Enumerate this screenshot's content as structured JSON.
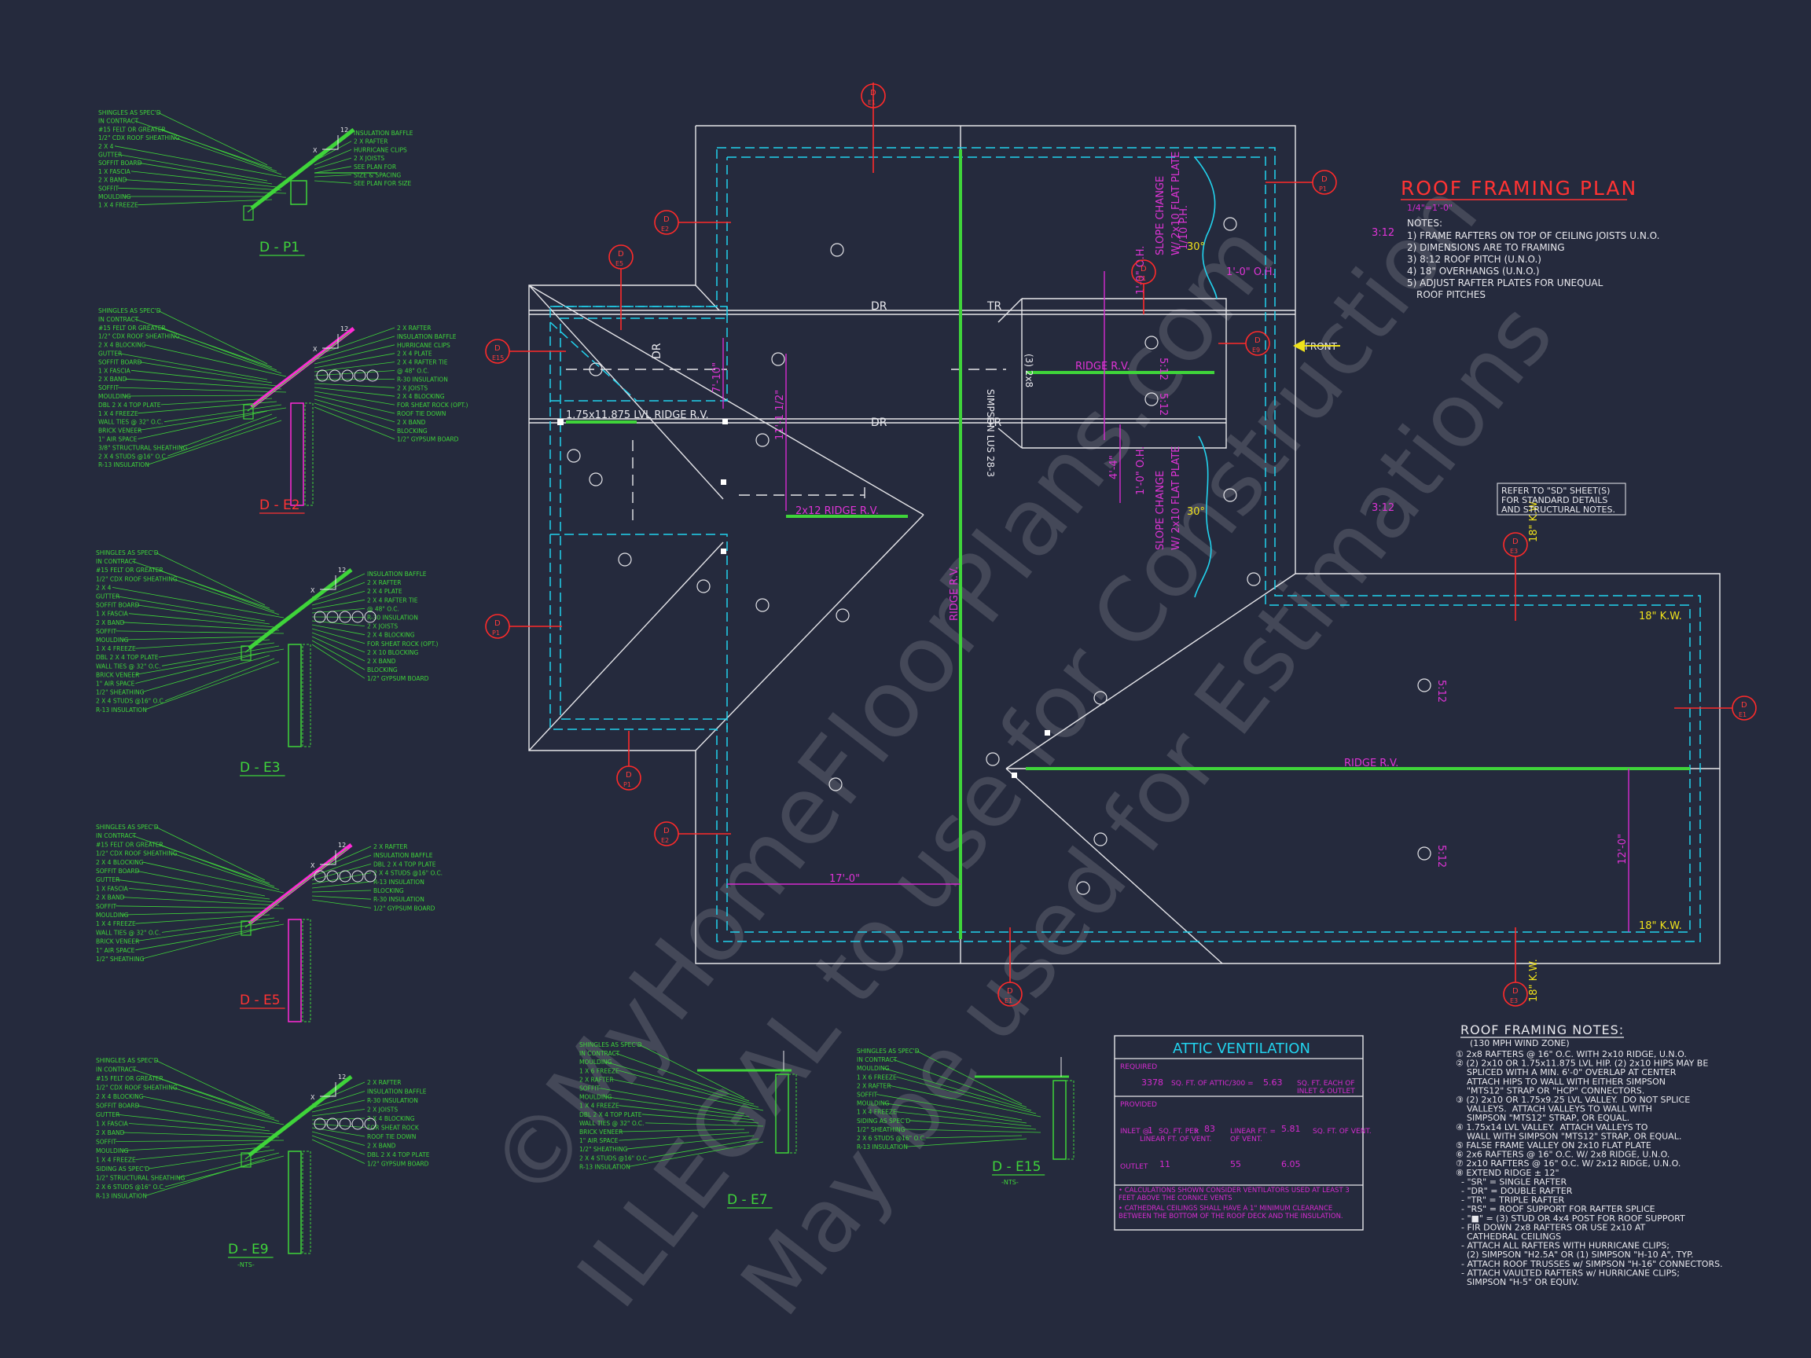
{
  "watermark": {
    "line1": "©MyHomeFloorPlans.com",
    "line2": "ILLEGAL to use for Construction",
    "line3": "May be used for Estimations"
  },
  "roof_plan": {
    "title": "ROOF FRAMING PLAN",
    "scale": "1/4\"=1'-0\"",
    "notes_title": "NOTES:",
    "notes": [
      "1) FRAME RAFTERS ON TOP OF CEILING JOISTS U.N.O.",
      "2) DIMENSIONS ARE TO FRAMING",
      "3) 8:12 ROOF PITCH (U.N.O.)",
      "4) 18\" OVERHANGS (U.N.O.)",
      "5) ADJUST RAFTER PLATES FOR UNEQUAL",
      "ROOF PITCHES"
    ],
    "refer_note": [
      "REFER TO \"SD\" SHEET(S)",
      "FOR STANDARD DETAILS",
      "AND STRUCTURAL NOTES."
    ],
    "labels": {
      "dr1": "DR",
      "tr1": "TR",
      "dr2": "DR",
      "tr2": "TR",
      "dr_v": "DR",
      "lvl_ridge": "1.75x11.875 LVL RIDGE R.V.",
      "ridge_rv_top": "RIDGE R.V.",
      "ridge_2x12": "2x12 RIDGE R.V.",
      "ridge_vertical": "RIDGE R.V.",
      "ridge_lower": "RIDGE R.V.",
      "simpson": "SIMPSON LUS 28-3",
      "three_2x8": "(3) 2x8",
      "front": "FRONT",
      "slope_top": "SLOPE CHANGE",
      "slope_top2": "W/ 2x10 FLAT PLATE",
      "slope_bot": "SLOPE CHANGE",
      "slope_bot2": "W/ 2x10 FLAT PLATE",
      "oh1": "1'-0\" O.H.",
      "oh2": "1'-0\" O.H.",
      "oh3": "1'-0\" O.H.",
      "dim_7_10": "7'-10\"",
      "dim_11_1_2": "11'-1 1/2\"",
      "dim_4_4": "4'-4\"",
      "dim_17_0": "17'-0\"",
      "dim_12_0": "12'-0\"",
      "kw1": "18\" K.W.",
      "kw2": "18\" K.W.",
      "kw3": "18\" K.W.",
      "kw4": "18\" K.W.",
      "pitch_3_12a": "3:12",
      "pitch_3_12b": "3:12",
      "pitch_5_12a": "5:12",
      "pitch_5_12b": "5:12",
      "pitch_5_12c": "5:12",
      "pitch_5_12d": "5:12",
      "deg30a": "30°",
      "deg30b": "30°",
      "flat_plate": "1/10 P.H."
    },
    "tags": [
      {
        "d": "D",
        "s": "E1"
      },
      {
        "d": "D",
        "s": "P1"
      },
      {
        "d": "D",
        "s": "E2"
      },
      {
        "d": "D",
        "s": "E5"
      },
      {
        "d": "D",
        "s": "E1"
      },
      {
        "d": "D",
        "s": "E9"
      },
      {
        "d": "D",
        "s": "E15"
      },
      {
        "d": "D",
        "s": "P1"
      },
      {
        "d": "D",
        "s": "P1"
      },
      {
        "d": "D",
        "s": "E2"
      },
      {
        "d": "D",
        "s": "E1"
      },
      {
        "d": "D",
        "s": "E3"
      },
      {
        "d": "D",
        "s": "E1"
      },
      {
        "d": "D",
        "s": "E3"
      }
    ]
  },
  "details": [
    {
      "name": "D - P1",
      "left": [
        "SHINGLES AS SPEC'D",
        "IN CONTRACT",
        "#15 FELT OR GREATER",
        "1/2\" CDX ROOF SHEATHING",
        "2 X 4",
        "GUTTER",
        "SOFFIT BOARD",
        "1 X FASCIA",
        "2 X BAND",
        "SOFFIT",
        "MOULDING",
        "1 X 4 FREEZE"
      ],
      "right": [
        "INSULATION BAFFLE",
        "2 X RAFTER",
        "HURRICANE CLIPS",
        "2 X JOISTS",
        "SEE PLAN FOR",
        "SIZE & SPACING",
        "SEE PLAN FOR SIZE"
      ]
    },
    {
      "name": "D - E2",
      "left": [
        "SHINGLES AS SPEC'D",
        "IN CONTRACT",
        "#15 FELT OR GREATER",
        "1/2\" CDX ROOF SHEATHING",
        "2 X 4 BLOCKING",
        "GUTTER",
        "SOFFIT BOARD",
        "1 X FASCIA",
        "2 X BAND",
        "SOFFIT",
        "MOULDING",
        "DBL 2 X 4 TOP PLATE",
        "1 X 4 FREEZE",
        "WALL TIES @ 32\" O.C.",
        "BRICK VENEER",
        "1\" AIR SPACE",
        "3/8\" STRUCTURAL SHEATHING",
        "2 X 4 STUDS @16\" O.C.",
        "R-13 INSULATION"
      ],
      "right": [
        "2 X RAFTER",
        "INSULATION BAFFLE",
        "HURRICANE CLIPS",
        "2 X 4 PLATE",
        "2 X 4 RAFTER TIE",
        "@ 48\" O.C.",
        "R-30 INSULATION",
        "2 X JOISTS",
        "2 X 4 BLOCKING",
        "FOR SHEAT ROCK (OPT.)",
        "ROOF TIE DOWN",
        "2 X BAND",
        "BLOCKING",
        "1/2\" GYPSUM BOARD"
      ]
    },
    {
      "name": "D - E3",
      "left": [
        "SHINGLES AS SPEC'D",
        "IN CONTRACT",
        "#15 FELT OR GREATER",
        "1/2\" CDX ROOF SHEATHING",
        "2 X 4",
        "GUTTER",
        "SOFFIT BOARD",
        "1 X FASCIA",
        "2 X BAND",
        "SOFFIT",
        "MOULDING",
        "1 X 4 FREEZE",
        "DBL 2 X 4 TOP PLATE",
        "WALL TIES @ 32\" O.C.",
        "BRICK VENEER",
        "1\" AIR SPACE",
        "1/2\" SHEATHING",
        "2 X 4 STUDS @16\" O.C.",
        "R-13 INSULATION"
      ],
      "right": [
        "INSULATION BAFFLE",
        "2 X RAFTER",
        "2 X 4 PLATE",
        "2 X 4 RAFTER TIE",
        "@ 48\" O.C.",
        "R-30 INSULATION",
        "2 X JOISTS",
        "2 X 4 BLOCKING",
        "FOR SHEAT ROCK (OPT.)",
        "2 X 10 BLOCKING",
        "2 X BAND",
        "BLOCKING",
        "1/2\" GYPSUM BOARD"
      ]
    },
    {
      "name": "D - E5",
      "left": [
        "SHINGLES AS SPEC'D",
        "IN CONTRACT",
        "#15 FELT OR GREATER",
        "1/2\" CDX ROOF SHEATHING",
        "2 X 4 BLOCKING",
        "SOFFIT BOARD",
        "GUTTER",
        "1 X FASCIA",
        "2 X BAND",
        "SOFFIT",
        "MOULDING",
        "1 X 4 FREEZE",
        "WALL TIES @ 32\" O.C.",
        "BRICK VENEER",
        "1\" AIR SPACE",
        "1/2\" SHEATHING"
      ],
      "right": [
        "2 X RAFTER",
        "INSULATION BAFFLE",
        "DBL 2 X 4 TOP PLATE",
        "2 X 4 STUDS @16\" O.C.",
        "R-13 INSULATION",
        "BLOCKING",
        "R-30 INSULATION",
        "1/2\" GYPSUM BOARD"
      ]
    },
    {
      "name": "D - E9",
      "nts": "-NTS-",
      "left": [
        "SHINGLES AS SPEC'D",
        "IN CONTRACT",
        "#15 FELT OR GREATER",
        "1/2\" CDX ROOF SHEATHING",
        "2 X 4 BLOCKING",
        "SOFFIT BOARD",
        "GUTTER",
        "1 X FASCIA",
        "2 X BAND",
        "SOFFIT",
        "MOULDING",
        "1 X 4 FREEZE",
        "SIDING AS SPEC'D",
        "1/2\" STRUCTURAL SHEATHING",
        "2 X 6 STUDS @16\" O.C.",
        "R-13 INSULATION"
      ],
      "right": [
        "2 X RAFTER",
        "INSULATION BAFFLE",
        "R-30 INSULATION",
        "2 X JOISTS",
        "2 X 4 BLOCKING",
        "FOR SHEAT ROCK",
        "ROOF TIE DOWN",
        "2 X BAND",
        "DBL 2 X 4 TOP PLATE",
        "1/2\" GYPSUM BOARD"
      ]
    },
    {
      "name": "D - E7",
      "left": [
        "SHINGLES AS SPEC'D",
        "IN CONTRACT",
        "MOULDING",
        "1 X 6 FREEZE",
        "2 X RAFTER",
        "SOFFIT",
        "MOULDING",
        "1 X 4 FREEZE",
        "DBL 2 X 4 TOP PLATE",
        "WALL TIES @ 32\" O.C.",
        "BRICK VENEER",
        "1\" AIR SPACE",
        "1/2\" SHEATHING",
        "2 X 4 STUDS @16\" O.C.",
        "R-13 INSULATION"
      ]
    },
    {
      "name": "D - E15",
      "nts": "-NTS-",
      "left": [
        "SHINGLES AS SPEC'D",
        "IN CONTRACT",
        "MOULDING",
        "1 X 6 FREEZE",
        "2 X RAFTER",
        "SOFFIT",
        "MOULDING",
        "1 X 4 FREEZE",
        "SIDING AS SPEC'D",
        "1/2\" SHEATHING",
        "2 X 6 STUDS @16\" O.C.",
        "R-13 INSULATION"
      ]
    }
  ],
  "attic": {
    "title": "ATTIC VENTILATION",
    "required": "REQUIRED",
    "req_val1": "3378",
    "req_txt1": "SQ. FT. OF ATTIC/300 =",
    "req_val2": "5.63",
    "req_txt2": "SQ. FT. EACH OF",
    "req_txt3": "INLET & OUTLET",
    "provided": "PROVIDED",
    "inlet_label": "INLET @",
    "inlet_val": "1",
    "inlet_txt": "SQ. FT. PER",
    "inlet_sub": "LINEAR FT. OF VENT.",
    "inlet_x": "x",
    "inlet_lf": "83",
    "inlet_lf_txt": "LINEAR FT. =",
    "inlet_lf_sub": "OF VENT.",
    "inlet_res": "5.81",
    "inlet_res_txt": "SQ. FT. OF VENT.",
    "outlet_label": "OUTLET",
    "outlet_val": "11",
    "outlet_lf": "55",
    "outlet_res": "6.05",
    "note1": "• CALCULATIONS SHOWN CONSIDER VENTILATORS USED AT LEAST 3 FEET ABOVE THE CORNICE VENTS",
    "note2": "• CATHEDRAL CEILINGS SHALL HAVE A 1\" MINIMUM CLEARANCE BETWEEN THE BOTTOM OF THE ROOF DECK AND THE INSULATION."
  },
  "framing_notes": {
    "title": "ROOF FRAMING NOTES:",
    "subtitle": "(130 MPH WIND ZONE)",
    "items": [
      "① 2x8 RAFTERS @ 16\" O.C. WITH 2x10 RIDGE, U.N.O.",
      "② (2) 2x10 OR 1.75x11.875 LVL HIP. (2) 2x10 HIPS MAY BE",
      "    SPLICED WITH A MIN. 6'-0\" OVERLAP AT CENTER",
      "    ATTACH HIPS TO WALL WITH EITHER SIMPSON",
      "    \"MTS12\" STRAP OR \"HCP\" CONNECTORS.",
      "③ (2) 2x10 OR 1.75x9.25 LVL VALLEY.  DO NOT SPLICE",
      "    VALLEYS.  ATTACH VALLEYS TO WALL WITH",
      "    SIMPSON \"MTS12\" STRAP, OR EQUAL.",
      "④ 1.75x14 LVL VALLEY.  ATTACH VALLEYS TO",
      "    WALL WITH SIMPSON \"MTS12\" STRAP, OR EQUAL.",
      "⑤ FALSE FRAME VALLEY ON 2x10 FLAT PLATE",
      "⑥ 2x6 RAFTERS @ 16\" O.C. W/ 2x8 RIDGE, U.N.O.",
      "⑦ 2x10 RAFTERS @ 16\" O.C. W/ 2x12 RIDGE, U.N.O.",
      "⑧ EXTEND RIDGE ± 12\"",
      "  - \"SR\" = SINGLE RAFTER",
      "  - \"DR\" = DOUBLE RAFTER",
      "  - \"TR\" = TRIPLE RAFTER",
      "  - \"RS\" = ROOF SUPPORT FOR RAFTER SPLICE",
      "  - \"■\" = (3) STUD OR 4x4 POST FOR ROOF SUPPORT",
      "  - FIR DOWN 2x8 RAFTERS OR USE 2x10 AT",
      "    CATHEDRAL CEILINGS",
      "  - ATTACH ALL RAFTERS WITH HURRICANE CLIPS;",
      "    (2) SIMPSON \"H2.5A\" OR (1) SIMPSON \"H-10 A\", TYP.",
      "  - ATTACH ROOF TRUSSES w/ SIMPSON \"H-16\" CONNECTORS.",
      "  - ATTACH VAULTED RAFTERS w/ HURRICANE CLIPS;",
      "    SIMPSON \"H-5\" OR EQUIV."
    ]
  }
}
